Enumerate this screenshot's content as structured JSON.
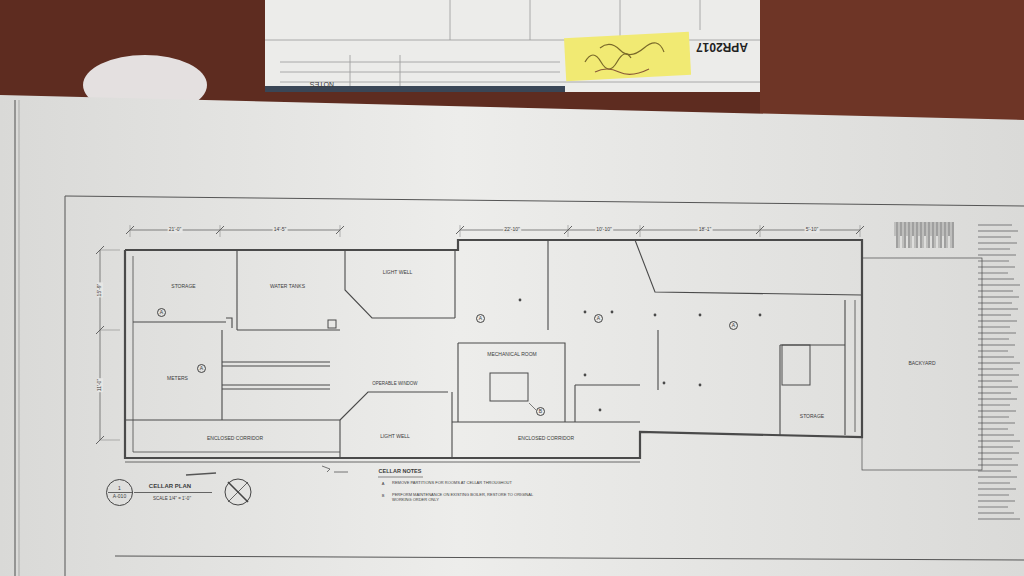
{
  "diagram": {
    "nodes": [
      {
        "text": [
          "STORAGE"
        ]
      },
      {
        "text": [
          "A"
        ],
        "in": 0
      },
      {
        "text": [
          "WATER TANKS"
        ]
      },
      {
        "text": [
          "LIGHT WELL"
        ]
      },
      {
        "text": [
          "METERS"
        ]
      },
      {
        "text": [
          "A"
        ],
        "in": 4
      },
      {
        "text": [
          "A"
        ]
      },
      {
        "text": [
          "A"
        ]
      },
      {
        "text": [
          "A"
        ]
      },
      {
        "text": [
          "MECHANICAL ROOM"
        ]
      },
      {
        "text": [
          "B"
        ],
        "in": 9
      },
      {
        "text": [
          "STORAGE"
        ]
      },
      {
        "text": [
          "BACKYARD"
        ]
      },
      {
        "text": [
          "ENCLOSED CORRIDOR"
        ]
      },
      {
        "text": [
          "LIGHT WELL"
        ]
      },
      {
        "text": [
          "ENCLOSED CORRIDOR"
        ]
      },
      {
        "text": [
          "1",
          "A-010"
        ]
      }
    ],
    "labels": [
      "NOTES",
      "APR2017",
      "21'-0\"",
      "14'-5\"",
      "22'-10\"",
      "10'-10\"",
      "18'-1\"",
      "5'-10\"",
      "15'-9\"",
      "11'-0\"",
      "OPERABLE WINDOW",
      "CELLAR PLAN",
      "SCALE 1/4\" = 1'-0\"",
      "CELLAR NOTES",
      "A",
      "REMOVE PARTITIONS FOR ROOMS AT CELLAR THROUGHOUT",
      "B",
      "PERFORM MAINTENANCE ON EXISTING BOILER, RESTORE TO ORIGINAL WORKING ORDER ONLY"
    ]
  }
}
